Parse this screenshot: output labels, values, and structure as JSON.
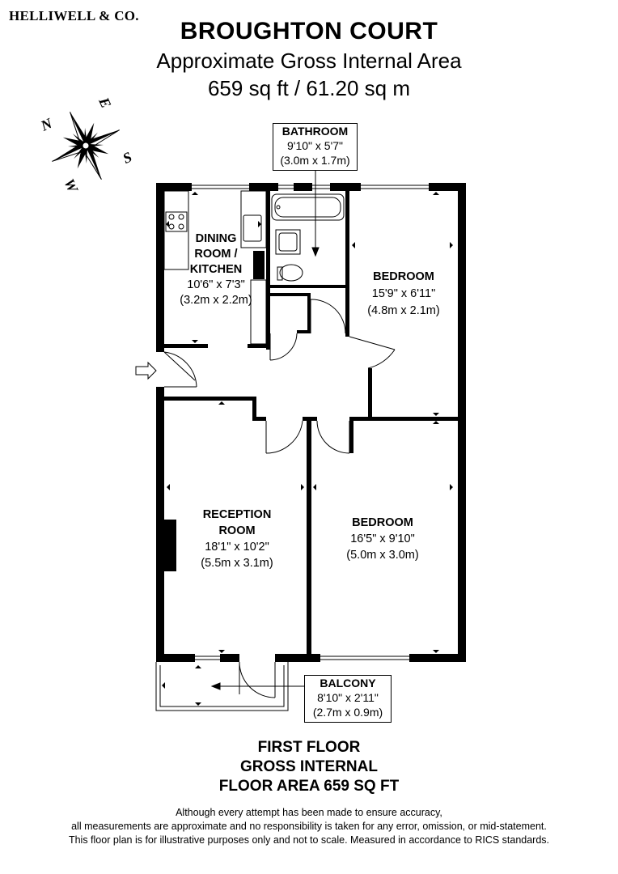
{
  "brand": "HELLIWELL & CO.",
  "title": "BROUGHTON COURT",
  "subtitle": "Approximate Gross Internal Area",
  "area": "659 sq ft / 61.20 sq m",
  "compass": {
    "n": "N",
    "e": "E",
    "s": "S",
    "w": "W"
  },
  "rooms": {
    "kitchen": {
      "name1": "DINING",
      "name2": "ROOM /",
      "name3": "KITCHEN",
      "imperial": "10'6\" x 7'3\"",
      "metric": "(3.2m x 2.2m)"
    },
    "bathroom": {
      "name": "BATHROOM",
      "imperial": "9'10\" x 5'7\"",
      "metric": "(3.0m x 1.7m)"
    },
    "bedroom1": {
      "name": "BEDROOM",
      "imperial": "15'9\" x 6'11\"",
      "metric": "(4.8m x 2.1m)"
    },
    "reception": {
      "name1": "RECEPTION",
      "name2": "ROOM",
      "imperial": "18'1\" x 10'2\"",
      "metric": "(5.5m x 3.1m)"
    },
    "bedroom2": {
      "name": "BEDROOM",
      "imperial": "16'5\" x 9'10\"",
      "metric": "(5.0m x 3.0m)"
    },
    "balcony": {
      "name": "BALCONY",
      "imperial": "8'10\" x 2'11\"",
      "metric": "(2.7m x 0.9m)"
    }
  },
  "floor": {
    "line1": "FIRST FLOOR",
    "line2": "GROSS INTERNAL",
    "line3": "FLOOR AREA 659 SQ FT"
  },
  "disclaimer": {
    "line1": "Although every attempt has been made to ensure accuracy,",
    "line2": "all measurements are approximate and no responsibility is taken for any error, omission, or mid-statement.",
    "line3": "This floor plan is for illustrative purposes only and not to scale. Measured in accordance to RICS standards."
  }
}
